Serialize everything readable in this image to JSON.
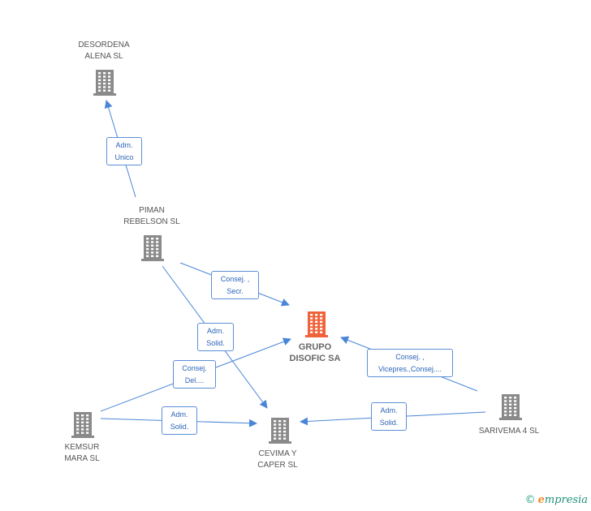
{
  "colors": {
    "edge": "#4a86d8",
    "company": "#8a8a8a",
    "main_company": "#f0623a"
  },
  "nodes": [
    {
      "id": "desordena",
      "lines": [
        "DESORDENA",
        "ALENA SL"
      ],
      "icon": "building-icon",
      "main": false
    },
    {
      "id": "piman",
      "lines": [
        "PIMAN",
        "REBELSON  SL"
      ],
      "icon": "building-icon",
      "main": false
    },
    {
      "id": "grupo",
      "lines": [
        "GRUPO",
        "DISOFIC SA"
      ],
      "icon": "building-icon",
      "main": true
    },
    {
      "id": "kemsur",
      "lines": [
        "KEMSUR",
        "MARA SL"
      ],
      "icon": "building-icon",
      "main": false
    },
    {
      "id": "cevima",
      "lines": [
        "CEVIMA Y",
        "CAPER  SL"
      ],
      "icon": "building-icon",
      "main": false
    },
    {
      "id": "sarivema",
      "lines": [
        "SARIVEMA 4 SL"
      ],
      "icon": "building-icon",
      "main": false
    }
  ],
  "edges": [
    {
      "id": "piman-desordena",
      "lines": [
        "Adm.",
        "Unico"
      ]
    },
    {
      "id": "piman-grupo",
      "lines": [
        "Consej. ,",
        "Secr."
      ]
    },
    {
      "id": "piman-cevima",
      "lines": [
        "Adm.",
        "Solid."
      ]
    },
    {
      "id": "kemsur-grupo",
      "lines": [
        "Consej.",
        "Del...."
      ]
    },
    {
      "id": "kemsur-cevima",
      "lines": [
        "Adm.",
        "Solid."
      ]
    },
    {
      "id": "sarivema-grupo",
      "lines": [
        "Consej. ,",
        "Vicepres.,Consej...."
      ]
    },
    {
      "id": "sarivema-cevima",
      "lines": [
        "Adm.",
        "Solid."
      ]
    }
  ],
  "footer": {
    "copyright": "©",
    "brand_initial": "e",
    "brand_rest": "mpresia"
  }
}
